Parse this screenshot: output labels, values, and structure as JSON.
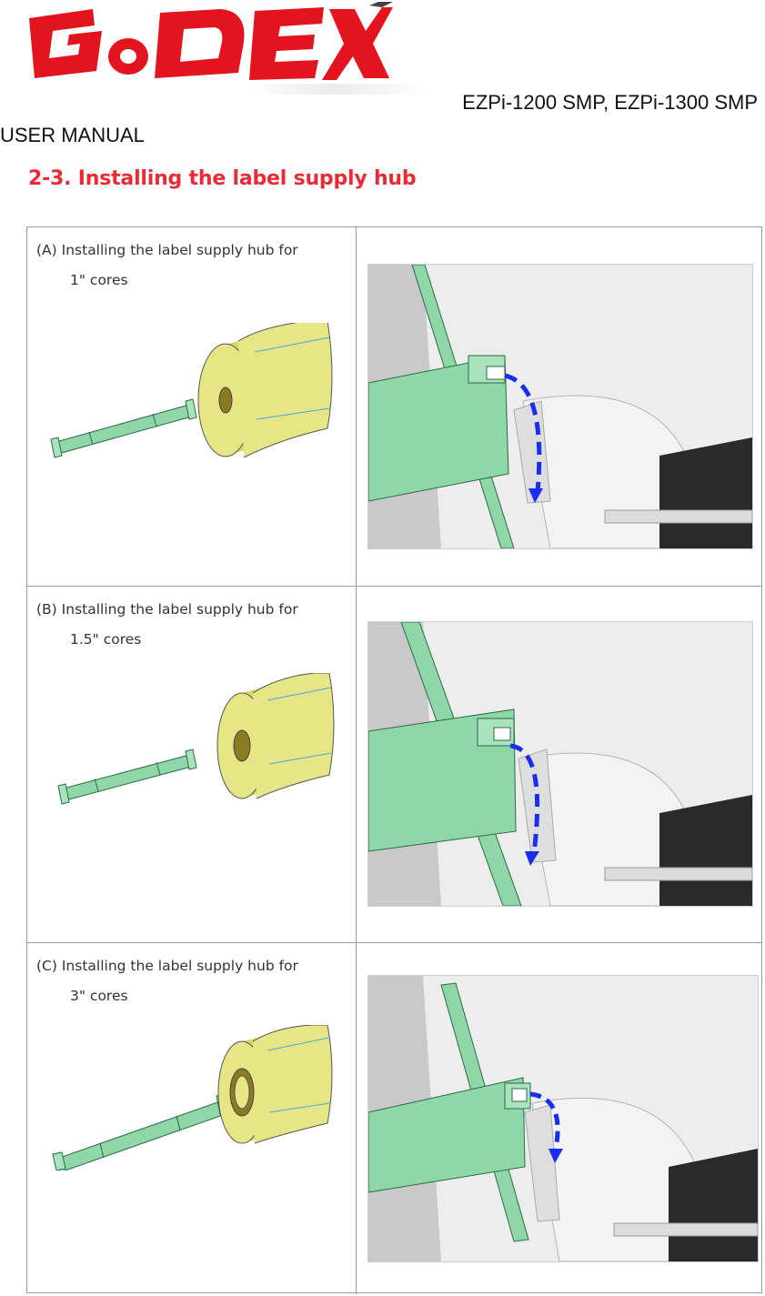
{
  "header": {
    "logo": "GoDEX",
    "model": "EZPi-1200 SMP, EZPi-1300 SMP",
    "manual": "USER MANUAL"
  },
  "section": {
    "title": "2-3. Installing the label supply hub"
  },
  "steps": [
    {
      "label": "(A)",
      "text": "Installing the label supply hub for",
      "core": "1\" cores"
    },
    {
      "label": "(B)",
      "text": "Installing the label supply hub for",
      "core": "1.5\" cores"
    },
    {
      "label": "(C)",
      "text": "Installing the label supply hub for",
      "core": "3\" cores"
    }
  ],
  "colors": {
    "logo_red": "#e3141e",
    "title_red": "#ea2a35",
    "hub_green": "#8fd6a8",
    "roll_yellow": "#e6e686",
    "arrow_blue": "#1a2ef0"
  }
}
